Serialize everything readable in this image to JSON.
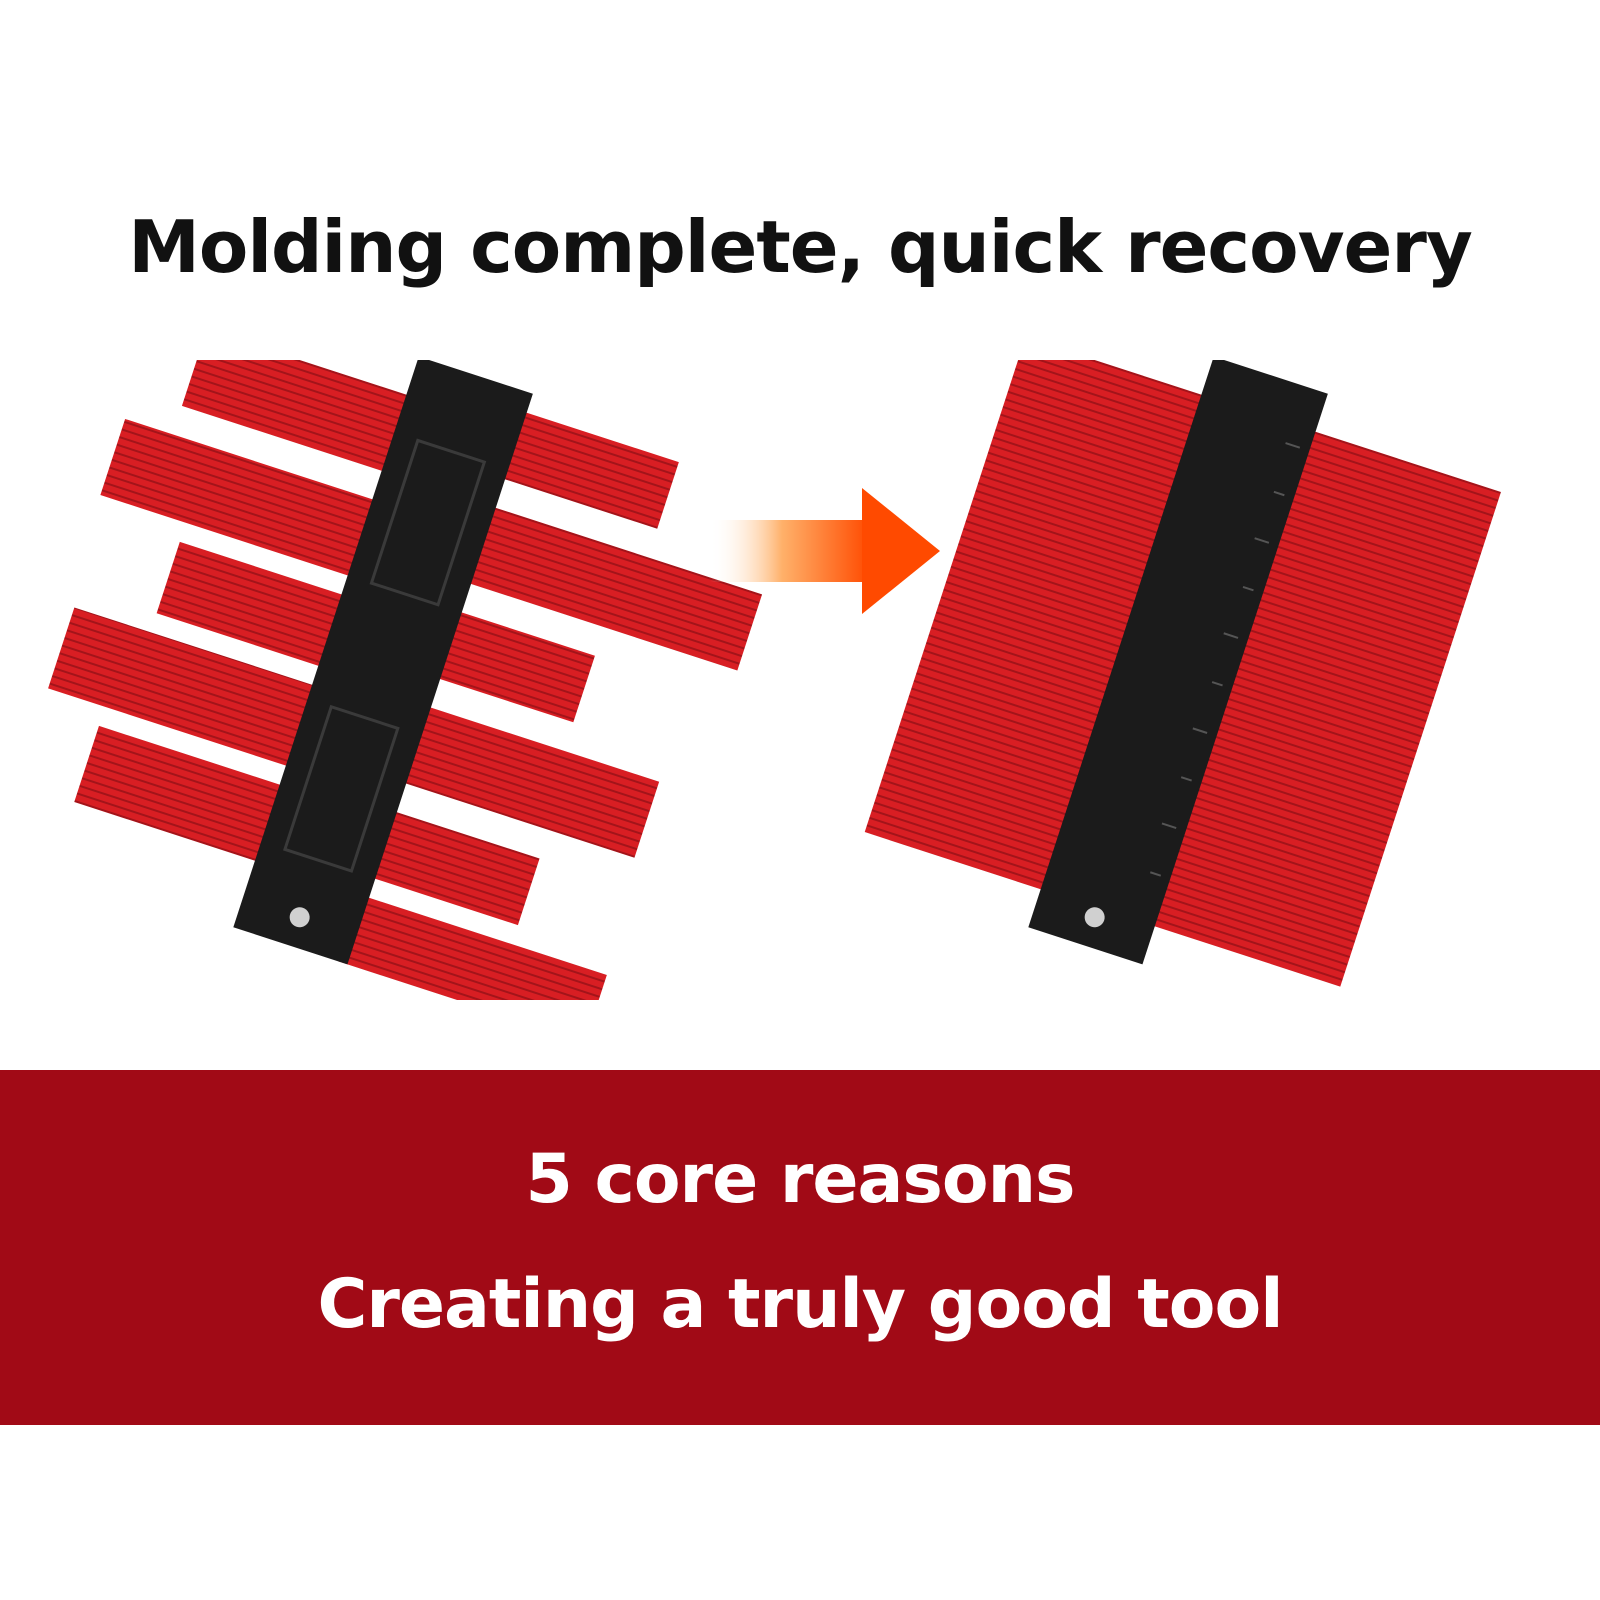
{
  "headline": "Molding complete, quick recovery",
  "banner": {
    "line1": "5 core reasons",
    "line2": "Creating a truly good tool"
  },
  "colors": {
    "tool_red": "#d81e23",
    "tool_black": "#1b1b1b",
    "banner_bg": "#a10a16",
    "arrow": "#ff5a0a"
  },
  "illustration": {
    "before": "contour-gauge-uneven-icon",
    "transition": "arrow-right-icon",
    "after": "contour-gauge-recovered-icon"
  }
}
